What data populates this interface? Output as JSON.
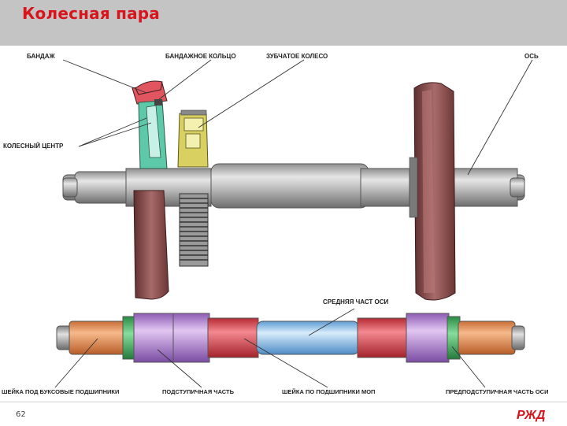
{
  "slide": {
    "title": "Колесная пара",
    "page_number": "62",
    "logo_text": "РЖД"
  },
  "labels": {
    "bandazh": "БАНДАЖ",
    "bandazhnoe_koltso": "БАНДАЖНОЕ КОЛЬЦО",
    "zubchatoe_koleso": "ЗУБЧАТОЕ КОЛЕСО",
    "os": "ОСЬ",
    "kolesny_tsentr": "КОЛЕСНЫЙ ЦЕНТР",
    "srednyaya_chast": "СРЕДНЯЯ ЧАСТ ОСИ",
    "sheika_buksovye": "ШЕЙКА ПОД БУКСОВЫЕ ПОДШИПНИКИ",
    "podstupichnaya": "ПОДСТУПИЧНАЯ ЧАСТЬ",
    "sheika_mop": "ШЕЙКА ПО ПОДШИПНИКИ МОП",
    "predpodstupichnaya": "ПРЕДПОДСТУПИЧНАЯ ЧАСТЬ ОСИ"
  },
  "colors": {
    "title": "#d8141c",
    "tyre": "#8a4b4b",
    "tyre_ring": "#e05560",
    "wheel_center": "#5ec9a8",
    "gear_hub": "#d8d060",
    "axle_grey": "#a8a8a8",
    "axle_orange": "#e8935a",
    "axle_green": "#3fb35c",
    "axle_violet": "#b98ad8",
    "axle_red": "#e04a52",
    "axle_blue": "#8ec3ee",
    "logo": "#d8141c"
  }
}
